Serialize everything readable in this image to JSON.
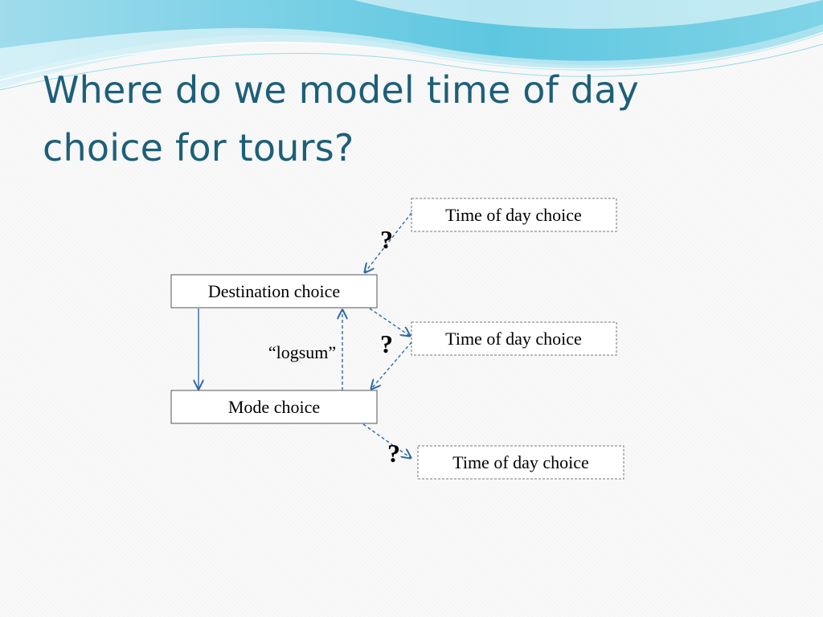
{
  "slide": {
    "title_lines": [
      "Where do we model time of day",
      "choice for tours?"
    ]
  },
  "diagram": {
    "nodes": {
      "destination": "Destination choice",
      "mode": "Mode choice",
      "tod_top": "Time of day choice",
      "tod_middle": "Time of day choice",
      "tod_bottom": "Time of day choice"
    },
    "logsum_label": "“logsum”",
    "question_marks": [
      "?",
      "?",
      "?"
    ]
  },
  "colors": {
    "title": "#1d5f78",
    "arrow": "#2e6aa6",
    "wave_light": "#bfe9f2",
    "wave_mid": "#7fd3e6",
    "wave_dark": "#3ab5d4"
  }
}
